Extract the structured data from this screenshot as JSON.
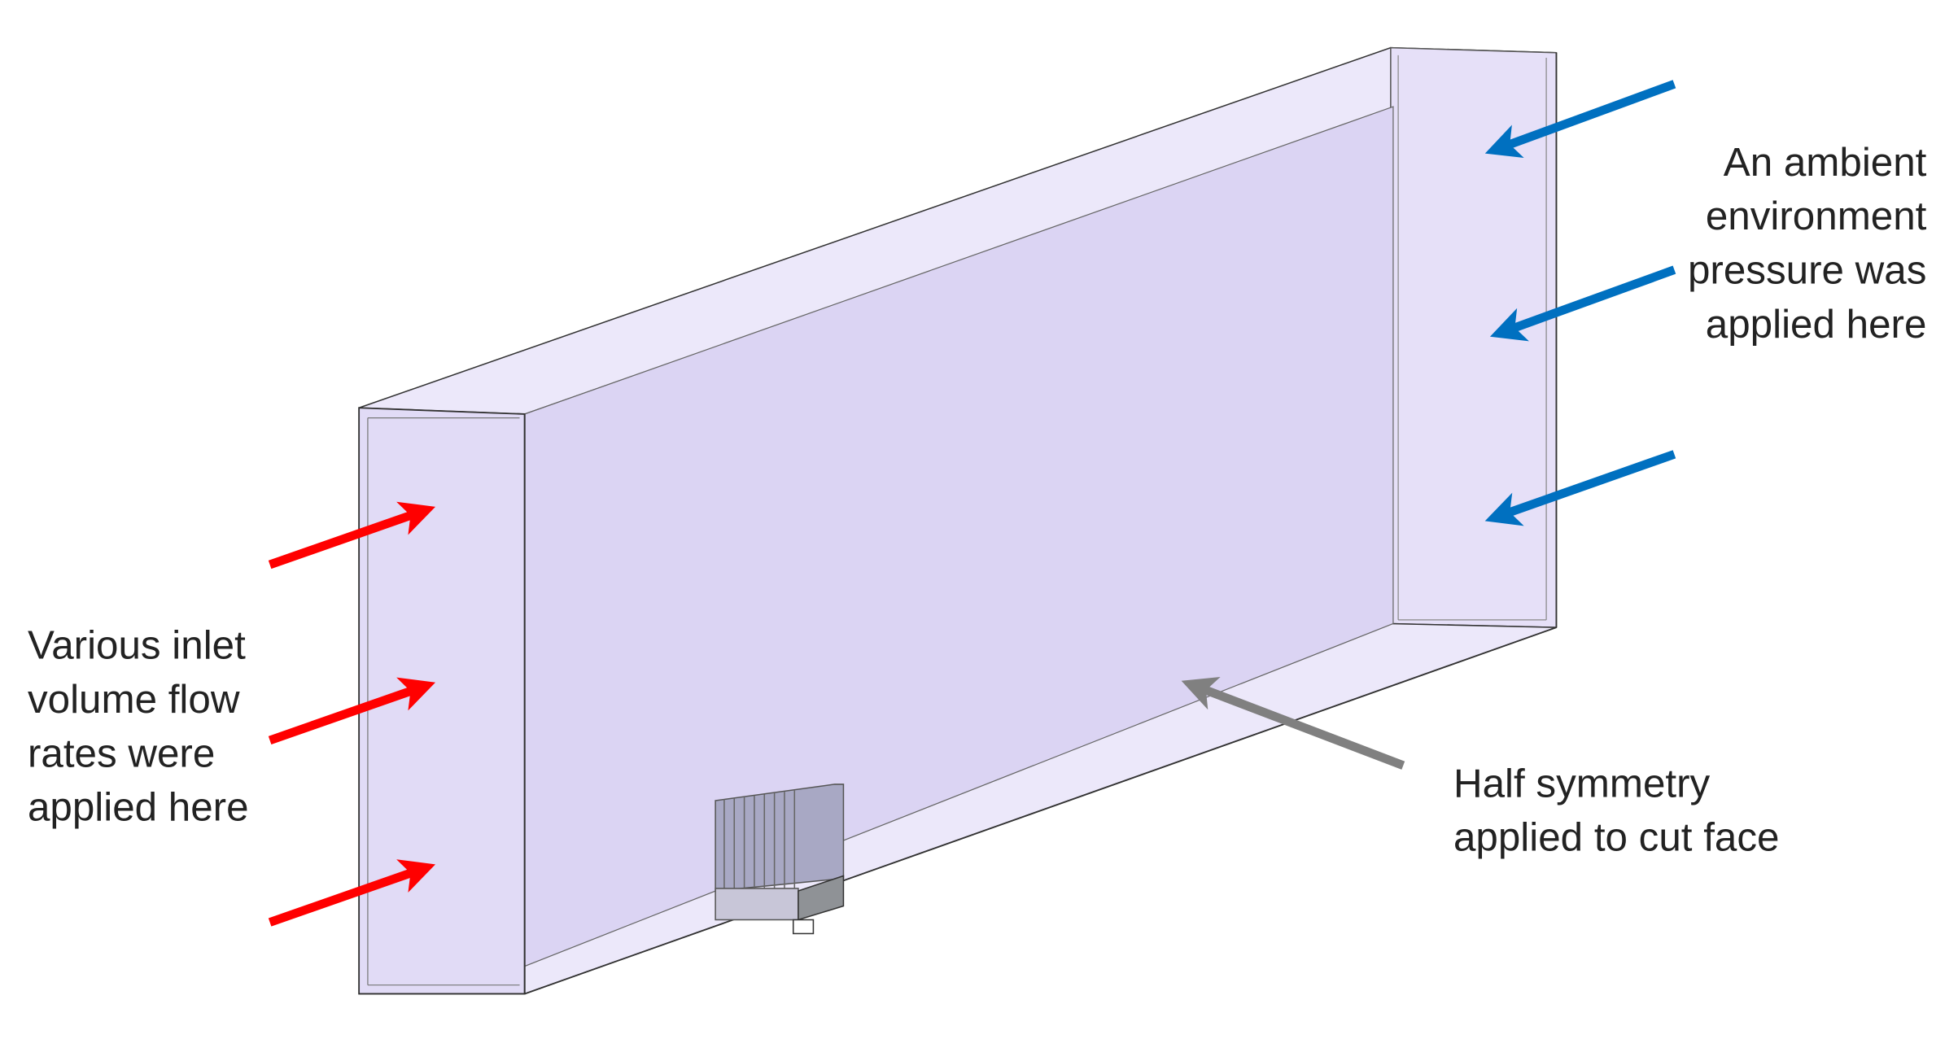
{
  "annotations": {
    "inlet": [
      "Various inlet",
      "volume flow",
      "rates were",
      "applied here"
    ],
    "outlet": [
      "An ambient",
      "environment",
      "pressure was",
      "applied here"
    ],
    "symmetry": [
      "Half symmetry",
      "applied to cut face"
    ]
  },
  "colors": {
    "inlet_arrow": "#ff0000",
    "outlet_arrow": "#0070c0",
    "symmetry_arrow": "#808080",
    "domain_fill": "#e9e4f8",
    "cut_face_fill": "#dbd4f3"
  }
}
